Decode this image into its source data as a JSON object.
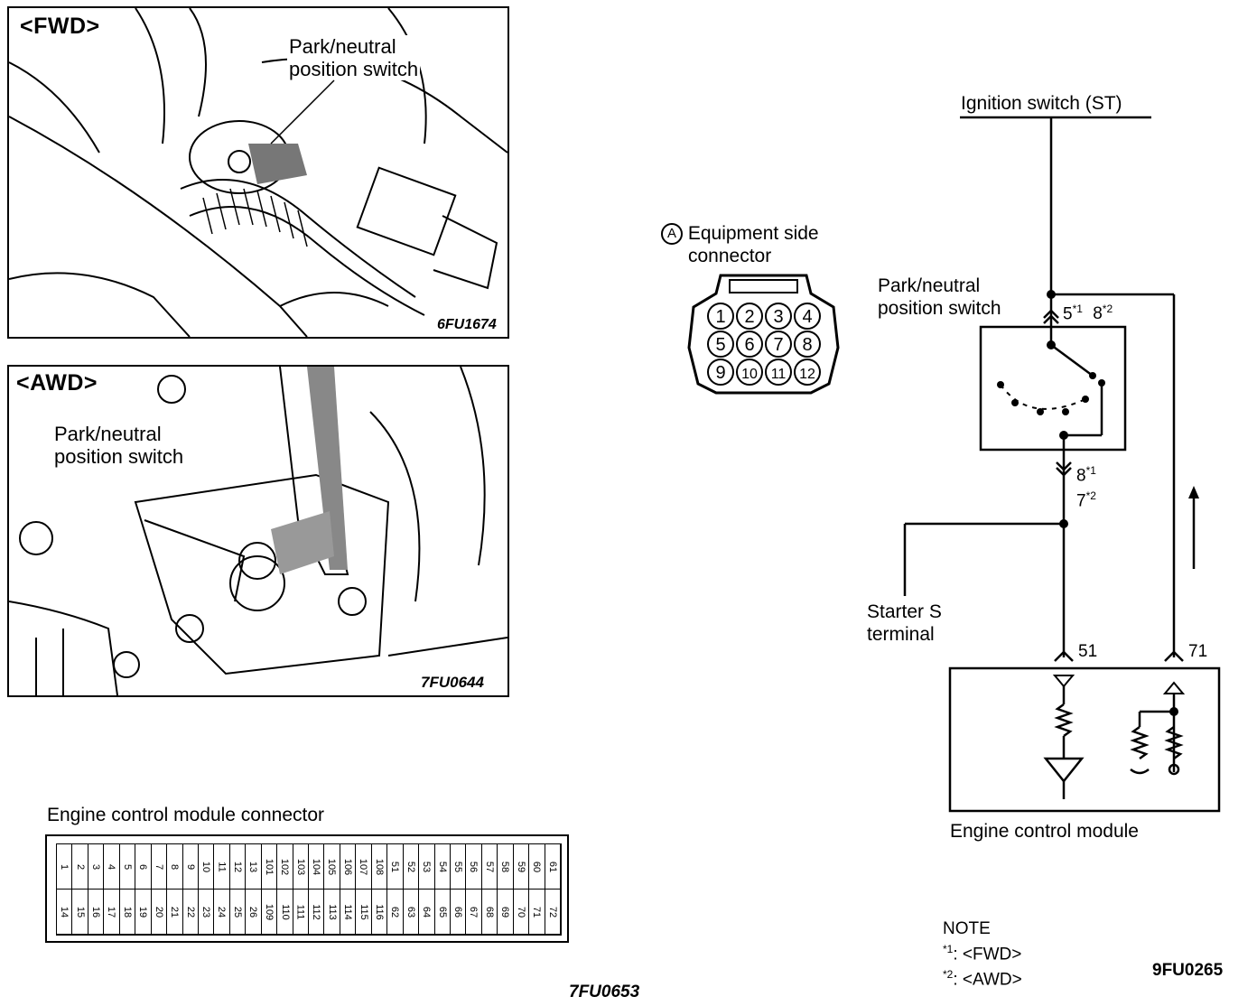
{
  "fwd_panel": {
    "tag": "<FWD>",
    "label_line1": "Park/neutral",
    "label_line2": "position switch",
    "code": "6FU1674"
  },
  "awd_panel": {
    "tag": "<AWD>",
    "label_line1": "Park/neutral",
    "label_line2": "position switch",
    "code": "7FU0644"
  },
  "connector_view": {
    "letter": "A",
    "title_line1": "Equipment side",
    "title_line2": "connector",
    "pins": [
      "1",
      "2",
      "3",
      "4",
      "5",
      "6",
      "7",
      "8",
      "9",
      "10",
      "11",
      "12"
    ]
  },
  "wiring": {
    "ignition_label": "Ignition switch (ST)",
    "switch_label_line1": "Park/neutral",
    "switch_label_line2": "position switch",
    "top_terminal_a": "5",
    "top_terminal_a_mark": "*1",
    "top_terminal_b": "8",
    "top_terminal_b_mark": "*2",
    "bottom_terminal_a": "8",
    "bottom_terminal_a_mark": "*1",
    "bottom_terminal_b": "7",
    "bottom_terminal_b_mark": "*2",
    "starter_line1": "Starter S",
    "starter_line2": "terminal",
    "ecm_pin_a": "51",
    "ecm_pin_b": "71",
    "ecm_label": "Engine control module"
  },
  "ecm_connector": {
    "title": "Engine control module connector",
    "top_row": [
      "1",
      "2",
      "3",
      "4",
      "5",
      "6",
      "7",
      "8",
      "9",
      "10",
      "11",
      "12",
      "13",
      "101",
      "102",
      "103",
      "104",
      "105",
      "106",
      "107",
      "108",
      "51",
      "52",
      "53",
      "54",
      "55",
      "56",
      "57",
      "58",
      "59",
      "60",
      "61"
    ],
    "bottom_row": [
      "14",
      "15",
      "16",
      "17",
      "18",
      "19",
      "20",
      "21",
      "22",
      "23",
      "24",
      "25",
      "26",
      "109",
      "110",
      "111",
      "112",
      "113",
      "114",
      "115",
      "116",
      "62",
      "63",
      "64",
      "65",
      "66",
      "67",
      "68",
      "69",
      "70",
      "71",
      "72"
    ]
  },
  "note": {
    "title": "NOTE",
    "line1_mark": "*1",
    "line1_text": ": <FWD>",
    "line2_mark": "*2",
    "line2_text": ": <AWD>"
  },
  "codes": {
    "diagram": "9FU0265",
    "connector": "7FU0653"
  }
}
